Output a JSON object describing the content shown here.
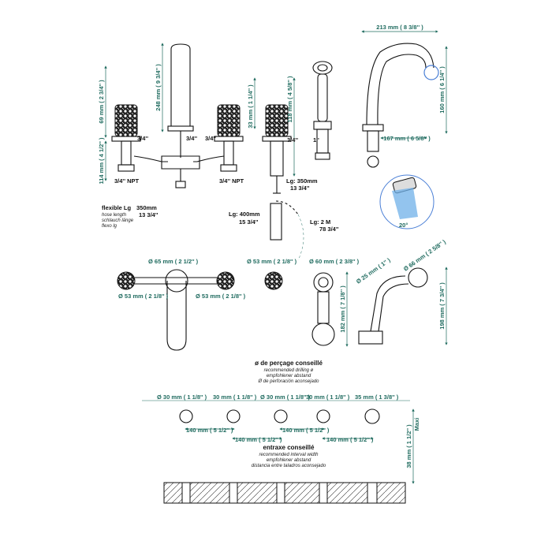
{
  "dimensions": {
    "spout_height": "248 mm ( 9 3/4'' )",
    "handle_height": "69 mm ( 2 3/4'' )",
    "valve_below": "114 mm ( 4 1/2'' )",
    "npt_left": "3/4'' NPT",
    "npt_right": "3/4'' NPT",
    "conn_34_a": "3/4''",
    "conn_34_b": "3/4''",
    "conn_34_c": "3/4''",
    "conn_34_d": "3/4''",
    "conn_1": "1''",
    "diverter_33": "33 mm ( 1 1/4'' )",
    "diverter_118": "118 mm ( 4 5/8'' )",
    "hose_350_lg": "Lg: 350mm",
    "hose_350_in": "13 3/4''",
    "hose_400_lg": "Lg: 400mm",
    "hose_400_in": "15 3/4''",
    "hose_2m_lg": "Lg: 2 M",
    "hose_2m_in": "78 3/4''",
    "spout_reach": "213 mm ( 8 3/8'' )",
    "spout_160": "160 mm ( 6 1/4'' )",
    "spout_167": "167 mm ( 6 5/8'' )",
    "spray_angle": "20°",
    "top_65": "Ø 65 mm ( 2 1/2'' )",
    "top_53_l": "Ø 53 mm ( 2 1/8'' )",
    "top_53_r": "Ø 53 mm ( 2 1/8'' )",
    "top_53_d": "Ø 53 mm ( 2 1/8'' )",
    "top_60": "Ø 60 mm ( 2 3/8'' )",
    "top_182": "182 mm ( 7 1/8'' )",
    "top_25": "Ø 25 mm ( 1'' )",
    "top_66": "Ø 66 mm ( 2 5/8'' )",
    "top_198": "198 mm ( 7 3/4'' )",
    "drill": [
      "Ø 30 mm ( 1 1/8'' )",
      "30 mm ( 1 1/8'' )",
      "Ø 30 mm ( 1 1/8'' )",
      "30 mm ( 1 1/8'' )",
      "35 mm ( 1 3/8'' )"
    ],
    "spacing": [
      "140 mm ( 5 1/2'' )",
      "140 mm ( 5 1/2'' )",
      "140 mm ( 5 1/2'' )",
      "140 mm ( 5 1/2'' )"
    ],
    "deck_thickness": "38 mm ( 1 1/2'' )",
    "deck_maxi": "Maxi"
  },
  "flexible": {
    "title": "flexible Lg",
    "value_mm": "350mm",
    "value_in": "13 3/4''",
    "translations": [
      "hose length",
      "schlauch länge",
      "flexo lg"
    ]
  },
  "drilling": {
    "title": "ø de perçage conseillé",
    "translations": [
      "recommended drilling ø",
      "empfohlener abstand",
      "Ø de perforación aconsejado"
    ]
  },
  "interval": {
    "title": "entraxe conseillé",
    "translations": [
      "recommended interval width",
      "empfohlener abstand",
      "distancia entre taladros aconsejado"
    ]
  }
}
